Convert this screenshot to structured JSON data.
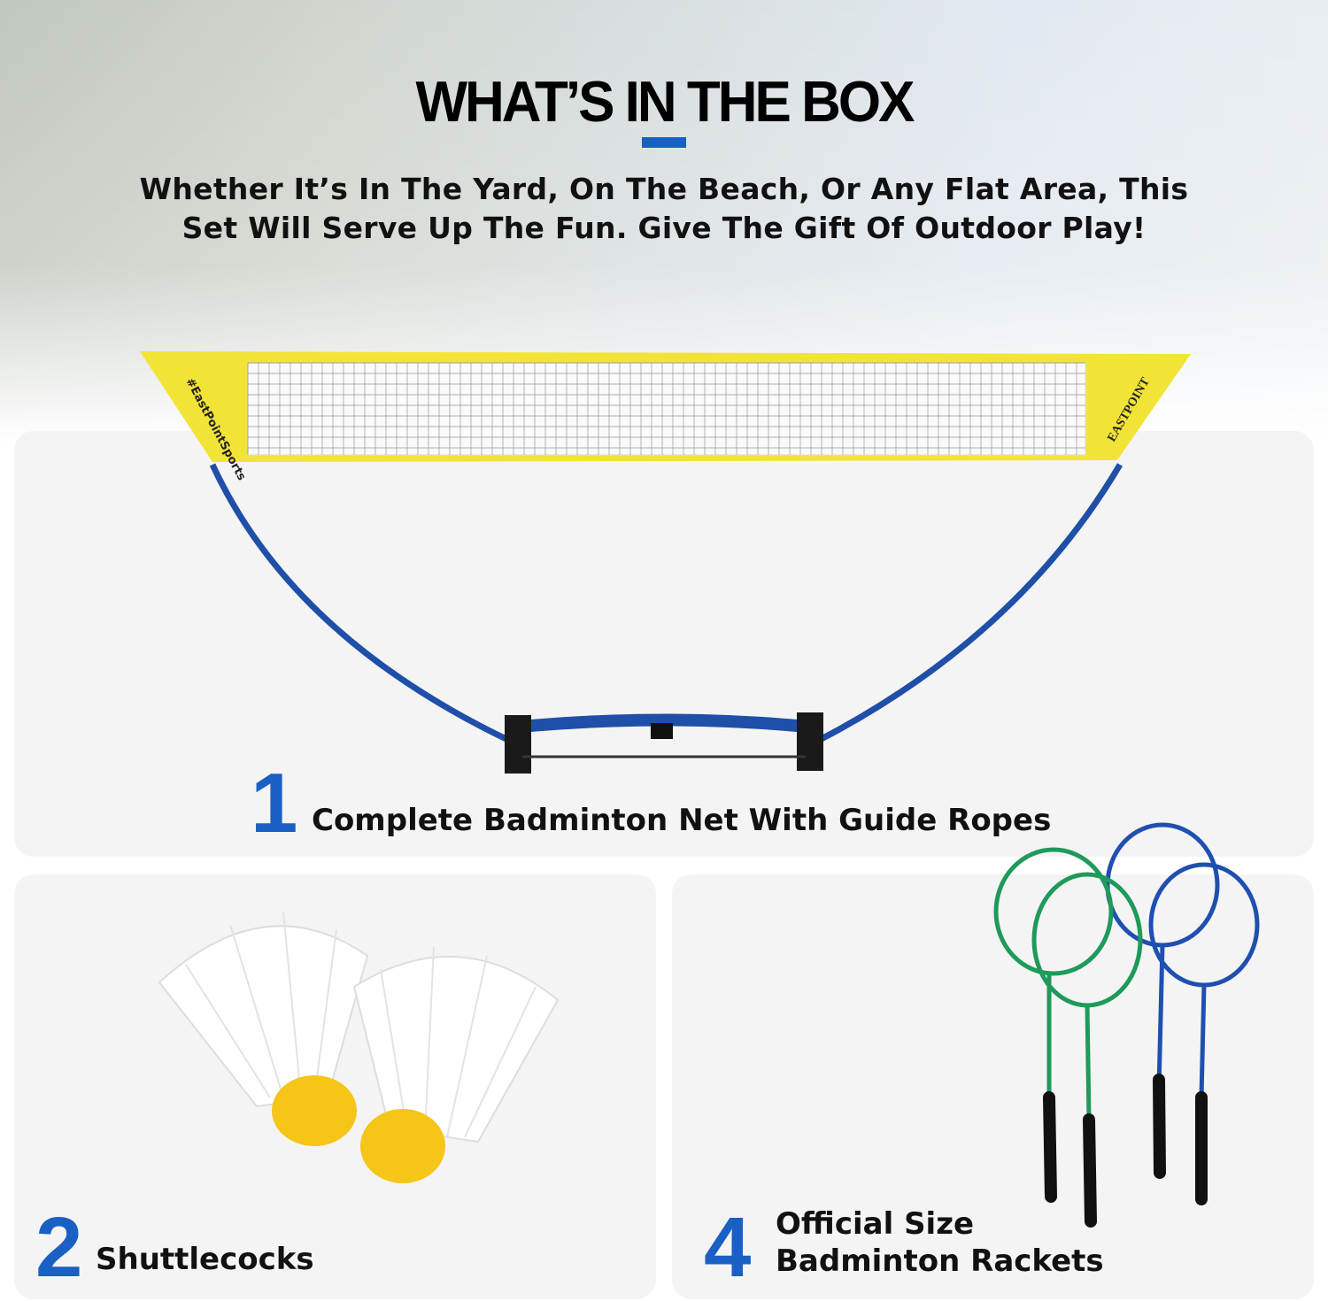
{
  "header": {
    "title": "WHAT’S IN THE BOX",
    "subtitle_line1": "Whether It’s In The Yard, On The Beach, Or Any Flat Area, This",
    "subtitle_line2": "Set Will Serve Up The Fun. Give The Gift Of Outdoor Play!"
  },
  "items": [
    {
      "number": "1",
      "label": "Complete Badminton Net With Guide Ropes"
    },
    {
      "number": "2",
      "label": "Shuttlecocks"
    },
    {
      "number": "4",
      "label_line1": "Official Size",
      "label_line2": "Badminton Rackets"
    }
  ],
  "net_branding": {
    "left": "#EastPointSports",
    "right": "EASTPOINT"
  },
  "colors": {
    "accent": "#1a5fc4",
    "net_yellow": "#f2e437",
    "frame_blue": "#1f4fa8",
    "racket_green": "#1e9a5a",
    "racket_blue": "#1f4fb0",
    "cork_yellow": "#f5c518"
  }
}
